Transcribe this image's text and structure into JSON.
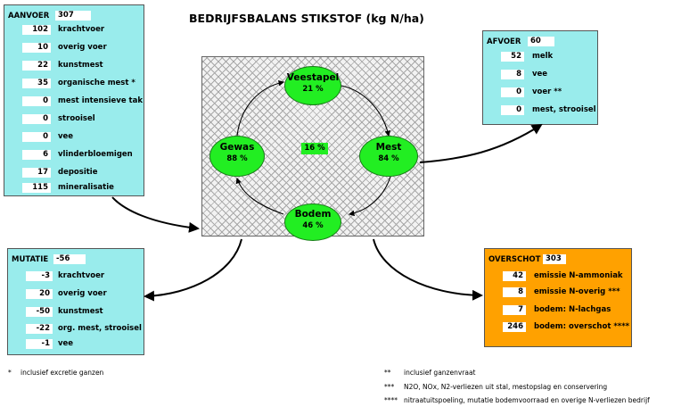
{
  "title": "BEDRIJFSBALANS STIKSTOF (kg N/ha)",
  "colors": {
    "input_panel": "#99ecec",
    "surplus_panel": "#ffa100",
    "node": "#22ee22"
  },
  "aanvoer": {
    "label": "AANVOER",
    "total": "307",
    "rows": [
      {
        "value": "102",
        "label": "krachtvoer"
      },
      {
        "value": "10",
        "label": "overig voer"
      },
      {
        "value": "22",
        "label": "kunstmest"
      },
      {
        "value": "35",
        "label": "organische mest *"
      },
      {
        "value": "0",
        "label": "mest intensieve tak"
      },
      {
        "value": "0",
        "label": "strooisel"
      },
      {
        "value": "0",
        "label": "vee"
      },
      {
        "value": "6",
        "label": "vlinderbloemigen"
      },
      {
        "value": "17",
        "label": "depositie"
      },
      {
        "value": "115",
        "label": "mineralisatie"
      }
    ]
  },
  "afvoer": {
    "label": "AFVOER",
    "total": "60",
    "rows": [
      {
        "value": "52",
        "label": "melk"
      },
      {
        "value": "8",
        "label": "vee"
      },
      {
        "value": "0",
        "label": "voer **"
      },
      {
        "value": "0",
        "label": "mest, strooisel"
      }
    ]
  },
  "mutatie": {
    "label": "MUTATIE",
    "total": "-56",
    "rows": [
      {
        "value": "-3",
        "label": "krachtvoer"
      },
      {
        "value": "20",
        "label": "overig voer"
      },
      {
        "value": "-50",
        "label": "kunstmest"
      },
      {
        "value": "-22",
        "label": "org. mest, strooisel"
      },
      {
        "value": "-1",
        "label": "vee"
      }
    ]
  },
  "overschot": {
    "label": "OVERSCHOT",
    "total": "303",
    "rows": [
      {
        "value": "42",
        "label": "emissie N-ammoniak"
      },
      {
        "value": "8",
        "label": "emissie N-overig ***"
      },
      {
        "value": "7",
        "label": "bodem: N-lachgas"
      },
      {
        "value": "246",
        "label": "bodem: overschot ****"
      }
    ]
  },
  "cycle": {
    "veestapel": {
      "name": "Veestapel",
      "pct": "21 %"
    },
    "mest": {
      "name": "Mest",
      "pct": "84 %"
    },
    "bodem": {
      "name": "Bodem",
      "pct": "46 %"
    },
    "gewas": {
      "name": "Gewas",
      "pct": "88 %"
    },
    "center_pct": "16 %"
  },
  "footnotes": [
    {
      "marker": "*",
      "text": "inclusief excretie ganzen"
    },
    {
      "marker": "**",
      "text": "inclusief ganzenvraat"
    },
    {
      "marker": "***",
      "text": "N2O, NOx, N2-verliezen uit stal, mestopslag en conservering"
    },
    {
      "marker": "****",
      "text": "nitraatuitspoeling, mutatie bodemvoorraad en overige N-verliezen bedrijf"
    }
  ]
}
